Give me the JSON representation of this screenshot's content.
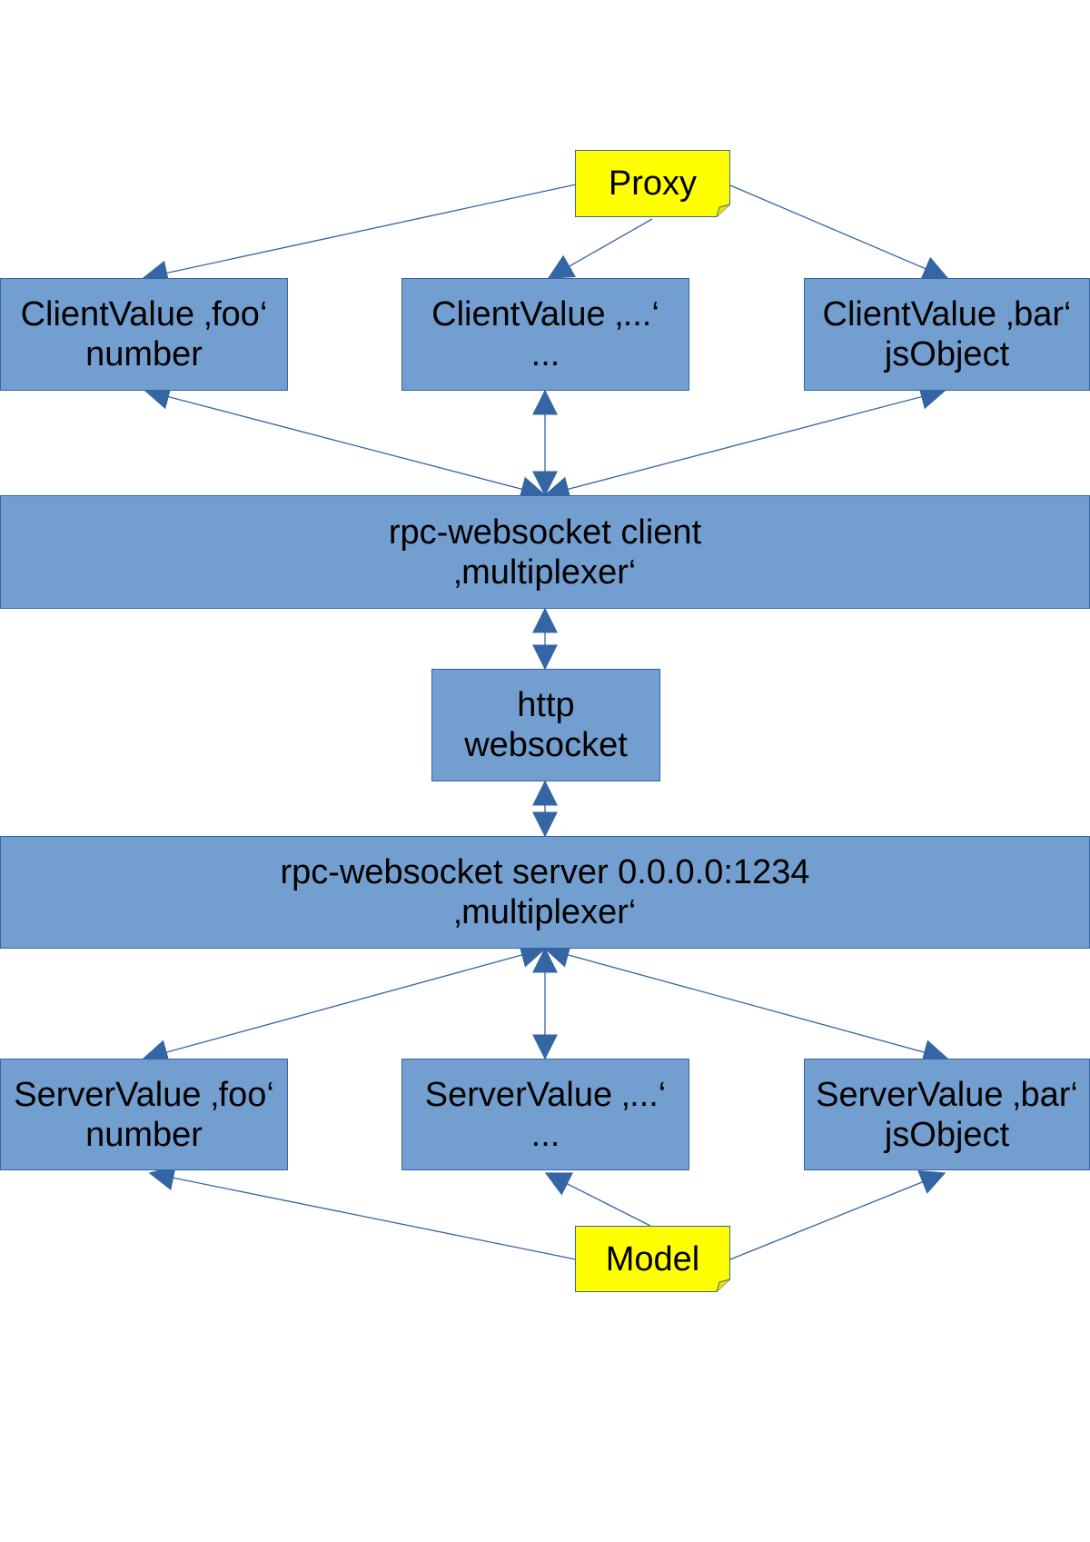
{
  "colors": {
    "box_fill": "#729fcf",
    "box_border": "#3465a4",
    "note_fill": "#ffff00",
    "arrow": "#3465a4"
  },
  "notes": {
    "proxy": "Proxy",
    "model": "Model"
  },
  "client_values": [
    {
      "line1": "ClientValue ‚foo‘",
      "line2": "number"
    },
    {
      "line1": "ClientValue ‚...‘",
      "line2": "..."
    },
    {
      "line1": "ClientValue ‚bar‘",
      "line2": "jsObject"
    }
  ],
  "rpc_client": {
    "line1": "rpc-websocket client",
    "line2": "‚multiplexer‘"
  },
  "http": {
    "line1": "http",
    "line2": "websocket"
  },
  "rpc_server": {
    "line1": "rpc-websocket server 0.0.0.0:1234",
    "line2": "‚multiplexer‘"
  },
  "server_values": [
    {
      "line1": "ServerValue ‚foo‘",
      "line2": "number"
    },
    {
      "line1": "ServerValue ‚...‘",
      "line2": "..."
    },
    {
      "line1": "ServerValue ‚bar‘",
      "line2": "jsObject"
    }
  ]
}
